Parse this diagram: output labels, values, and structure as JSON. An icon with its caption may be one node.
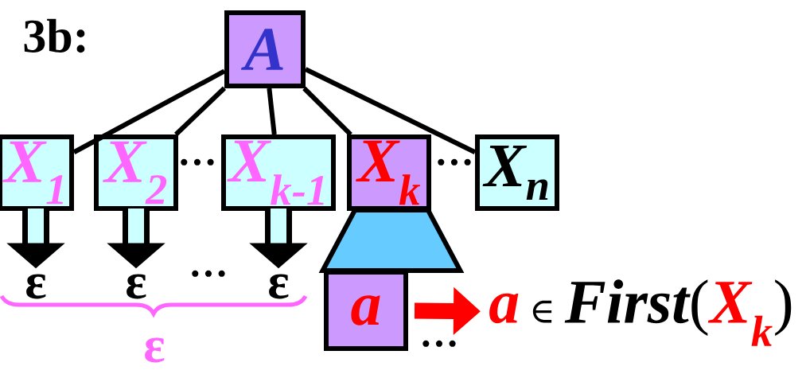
{
  "diagram": {
    "nodes": [
      {
        "text": [
          "A"
        ]
      },
      {
        "text": [
          "X$_{1}$"
        ]
      },
      {
        "text": [
          "X$_{2}$"
        ]
      },
      {
        "text": [
          "X$_{k-1}$"
        ]
      },
      {
        "text": [
          "X$_{k}$"
        ]
      },
      {
        "text": [
          "X$_{n}$"
        ]
      },
      {
        "text": [
          "ε"
        ]
      },
      {
        "text": [
          "ε"
        ]
      },
      {
        "text": [
          "ε"
        ]
      },
      {
        "text": [],
        "shape": "trapezoid"
      },
      {
        "text": [
          "a"
        ]
      },
      {
        "text": [
          "a",
          "∈",
          "First",
          "(",
          "X$_{k}$",
          ")"
        ]
      }
    ],
    "edges": [
      {
        "from": 0,
        "to": 1,
        "arrow": "none"
      },
      {
        "from": 0,
        "to": 2,
        "arrow": "none"
      },
      {
        "from": 0,
        "to": 3,
        "arrow": "none"
      },
      {
        "from": 0,
        "to": 4,
        "arrow": "none"
      },
      {
        "from": 0,
        "to": 5,
        "arrow": "none"
      },
      {
        "from": 1,
        "to": 6,
        "arrow": "to",
        "style": "thick"
      },
      {
        "from": 2,
        "to": 7,
        "arrow": "to",
        "style": "thick"
      },
      {
        "from": 3,
        "to": 8,
        "arrow": "to",
        "style": "thick"
      },
      {
        "from": 10,
        "to": 11,
        "arrow": "to",
        "style": "thick",
        "color": "#ff0000"
      }
    ],
    "labels": [
      "3b:",
      "···",
      "···",
      "···",
      "···",
      "ε"
    ]
  }
}
